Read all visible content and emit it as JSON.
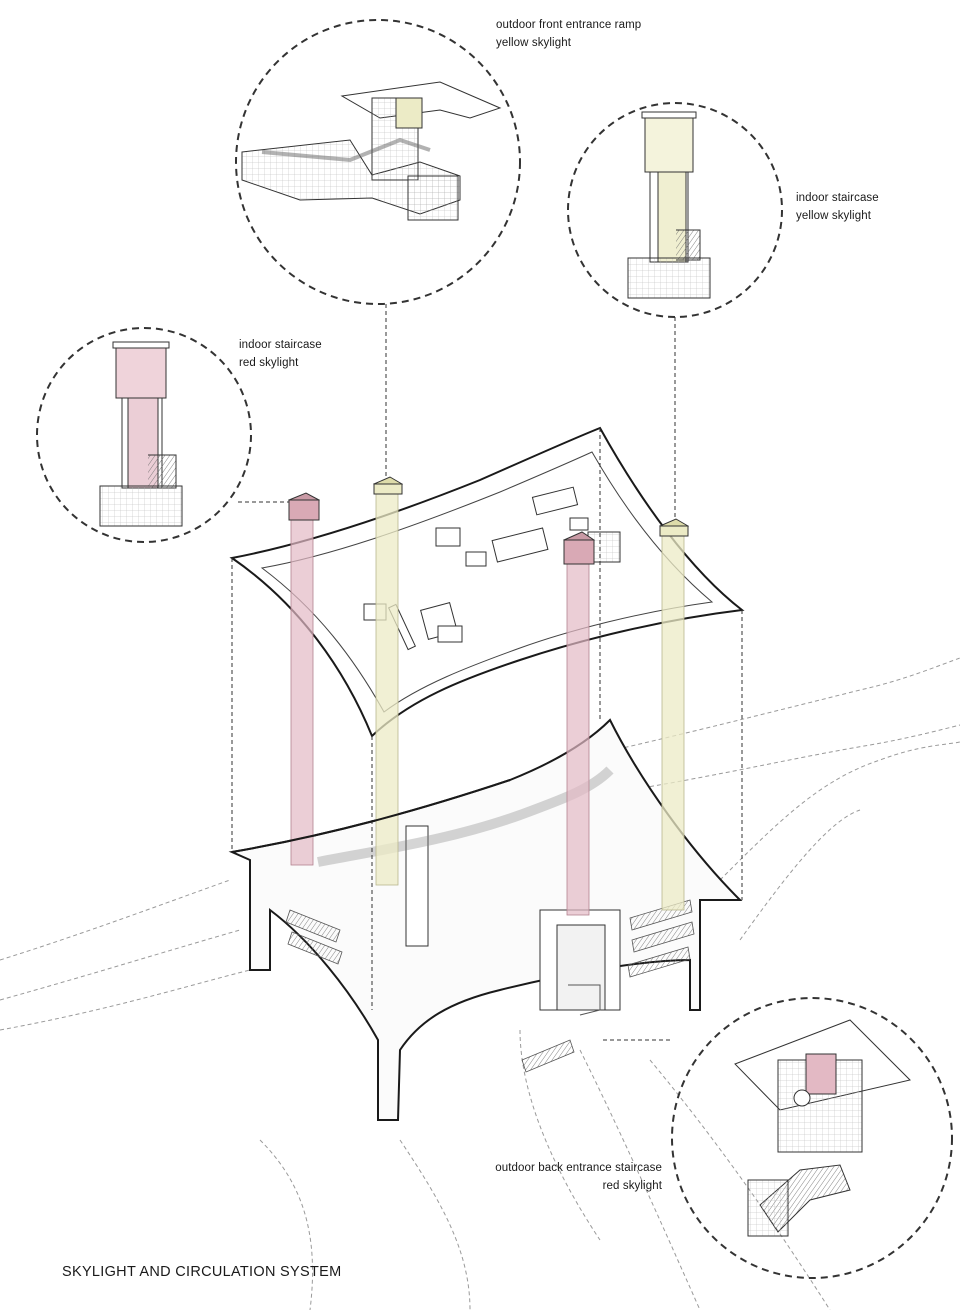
{
  "title": "SKYLIGHT AND CIRCULATION SYSTEM",
  "callouts": [
    {
      "id": "ramp",
      "line1": "outdoor front entrance ramp",
      "line2": "yellow skylight"
    },
    {
      "id": "stair-yellow",
      "line1": "indoor staircase",
      "line2": "yellow skylight"
    },
    {
      "id": "stair-red",
      "line1": "indoor staircase",
      "line2": "red skylight"
    },
    {
      "id": "back",
      "line1": "outdoor back entrance staircase",
      "line2": "red skylight"
    }
  ],
  "colors": {
    "line": "#1a1a1a",
    "dash": "#333333",
    "terrain": "#9a9a9a",
    "red_skylight": "#e3b9c4",
    "yellow_skylight": "#ecebc6"
  }
}
